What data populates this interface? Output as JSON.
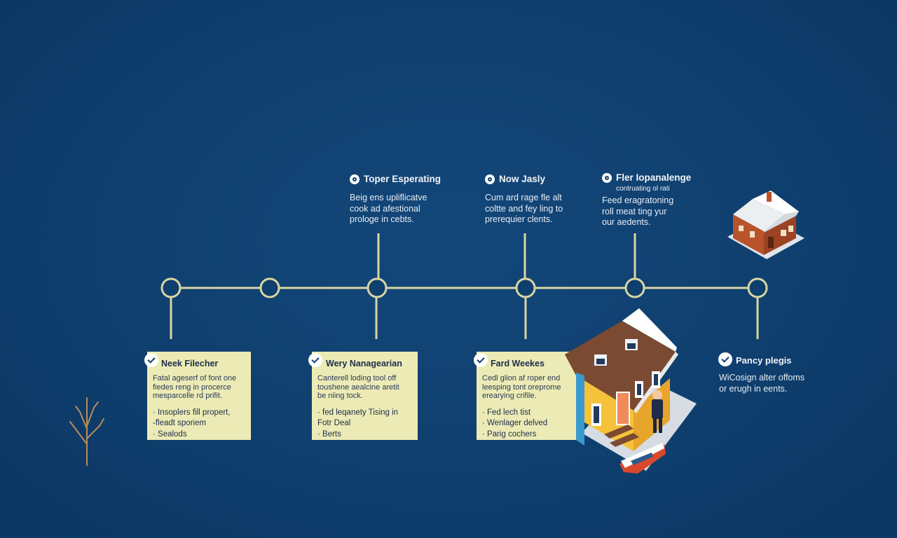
{
  "colors": {
    "background": "#0f3f6e",
    "timeline": "#d8d6a2",
    "card": "#ecebb6",
    "card_text": "#1e2d4a",
    "text": "#eef2f7"
  },
  "top_labels": [
    {
      "title": "Toper Esperating",
      "body": [
        "Beig ens upliflicatve",
        "cook ad afestional",
        "prologe in cebts."
      ]
    },
    {
      "title": "Now Jasly",
      "body": [
        "Cum ard rage fle alt",
        "coltte and fey ling to",
        "prerequier clents."
      ]
    },
    {
      "title": "Fler Iopanalenge",
      "subtitle": "contruating ol rati",
      "body": [
        "Feed eragratoning",
        "roll meat ting yur",
        "our aedents."
      ]
    }
  ],
  "cards": [
    {
      "title": "Neek Filecher",
      "desc": [
        "Fatal ageserf of font one",
        "fiedes reng in procerce",
        "mesparcelle rd prifit."
      ],
      "items": [
        "· Insoplers fill propert,",
        "-fleadt sporiem",
        "· Sealods"
      ]
    },
    {
      "title": "Wery Nanagearian",
      "desc": [
        "Canterell loding tool off",
        "toushene aealcine aretit",
        "be niing tock."
      ],
      "items": [
        "· fed leqanety Tising in",
        "Fotr Deal",
        "· Berts"
      ]
    },
    {
      "title": "Fard Weekes",
      "desc": [
        "Cedl glion af roper end",
        "leesping tont oreprome",
        "erearying crifile."
      ],
      "items": [
        "· Fed lech tist",
        "· Wenlager delved",
        "· Parig cochers"
      ]
    }
  ],
  "right_label": {
    "title": "Pancy plegis",
    "desc": [
      "WiCosign alter offoms",
      "or erugh in eents."
    ]
  }
}
